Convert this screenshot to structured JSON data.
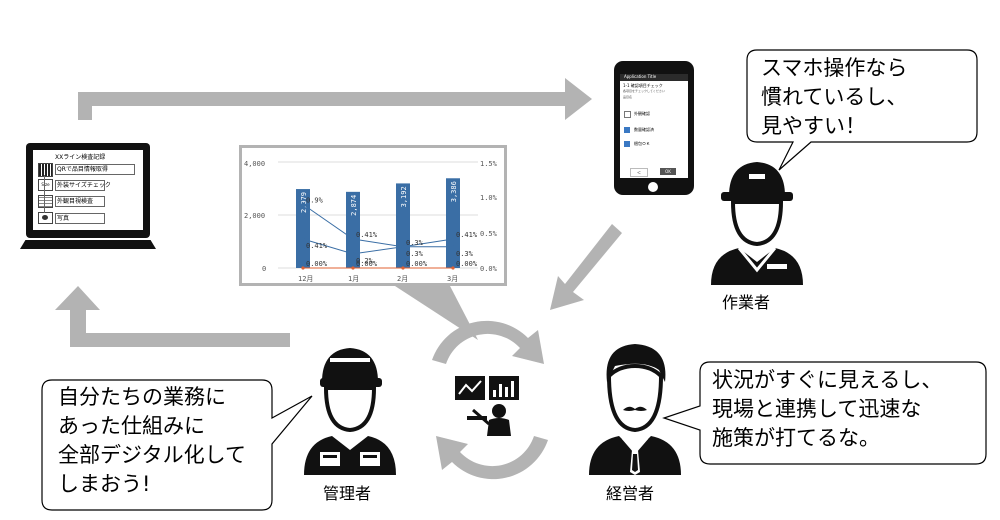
{
  "laptop": {
    "title": "XXライン検査記録",
    "rows": [
      {
        "icon": "qr-code-icon",
        "label": "QRで品目情報取得"
      },
      {
        "icon": "size-input-icon",
        "label": "外装サイズチェック"
      },
      {
        "icon": "checklist-icon",
        "label": "外観目視検査"
      },
      {
        "icon": "camera-icon",
        "label": "写真"
      }
    ],
    "icon_texts": [
      "Size"
    ]
  },
  "phone": {
    "app_bar": "Application Title",
    "header_lines": [
      "1-1 確認項目チェック",
      "各項目をチェックしてください",
      "品目名"
    ],
    "items": [
      {
        "label": "外観確認",
        "checked": false
      },
      {
        "label": "数量確認済",
        "checked": true
      },
      {
        "label": "梱包ＯＫ",
        "checked": true
      }
    ],
    "buttons": [
      "＜",
      "OK"
    ]
  },
  "chart_data": {
    "type": "bar",
    "categories": [
      "12月",
      "1月",
      "2月",
      "3月"
    ],
    "y_ticks": [
      "0",
      "2,000",
      "4,000"
    ],
    "y2_ticks": [
      "0.0%",
      "0.5%",
      "1.0%",
      "1.5%"
    ],
    "ylim": [
      0,
      4000
    ],
    "y2lim": [
      0,
      1.5
    ],
    "series": [
      {
        "type": "bar",
        "values": [
          2979,
          2874,
          3192,
          3386
        ],
        "labels": [
          "2,979",
          "2,874",
          "3,192",
          "3,386"
        ]
      },
      {
        "type": "line",
        "values": [
          0.9,
          0.41,
          0.3,
          0.41
        ],
        "labels": [
          "0.9%",
          "0.41%",
          "0.3%",
          "0.41%"
        ]
      },
      {
        "type": "line",
        "values": [
          0.41,
          0.2,
          0.3,
          0.3
        ],
        "labels": [
          "0.41%",
          "0.2%",
          "0.3%",
          "0.3%"
        ]
      },
      {
        "type": "line",
        "values": [
          0.0,
          0.0,
          0.0,
          0.0
        ],
        "labels": [
          "0.00%",
          "0.00%",
          "0.00%",
          "0.00%"
        ]
      }
    ],
    "colors": {
      "bar": "#3a6ea5",
      "line": "#3a6ea5",
      "zero_line": "#e06030"
    }
  },
  "bubbles": {
    "worker": "スマホ操作なら\n慣れているし、\n見やすい！",
    "manager": "自分たちの業務に\nあった仕組みに\n全部デジタル化して\nしまおう!",
    "executive": "状況がすぐに見えるし、\n現場と連携して迅速な\n施策が打てるな。"
  },
  "roles": {
    "worker": "作業者",
    "manager": "管理者",
    "executive": "経営者"
  },
  "colors": {
    "arrow": "#b3b3b3",
    "device": "#111111",
    "outline": "#000000"
  }
}
